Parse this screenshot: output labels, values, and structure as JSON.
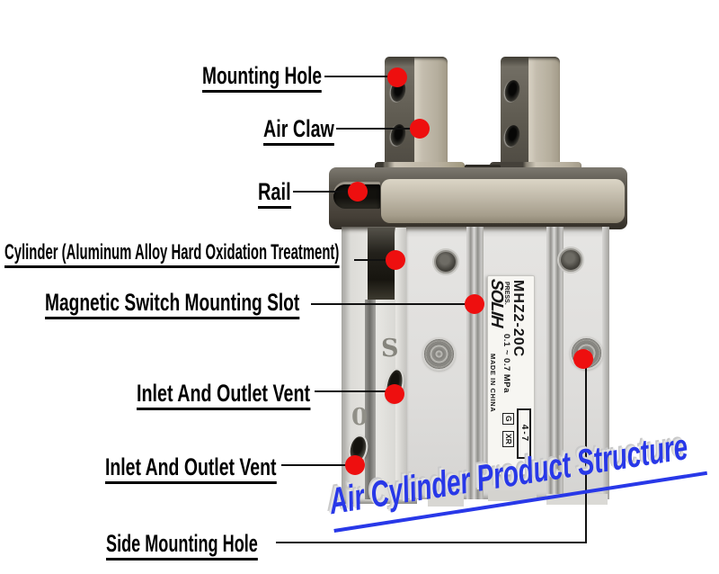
{
  "callouts": [
    {
      "label": "Mounting Hole"
    },
    {
      "label": "Air Claw"
    },
    {
      "label": "Rail"
    },
    {
      "label": "Cylinder (Aluminum Alloy Hard Oxidation Treatment)"
    },
    {
      "label": "Magnetic Switch Mounting Slot"
    },
    {
      "label": "Inlet And Outlet Vent"
    },
    {
      "label": "Inlet And Outlet Vent"
    },
    {
      "label": "Side Mounting Hole"
    }
  ],
  "banner": {
    "text": "Air Cylinder Product Structure",
    "color": "#2838e8"
  },
  "sticker": {
    "brand": "SOLIH",
    "model": "MHZ2-20C",
    "press_label": "PRESS.",
    "pressure_range": "0.1 ~ 0.7 MPa",
    "size_code": "4-7",
    "marks": [
      "G",
      "XR"
    ],
    "origin": "MADE IN CHINA"
  },
  "side_markings": [
    "S",
    "0"
  ],
  "colors": {
    "callout_dot": "#ee0f0f",
    "leader_line": "#111111",
    "banner_blue": "#2838e8"
  }
}
